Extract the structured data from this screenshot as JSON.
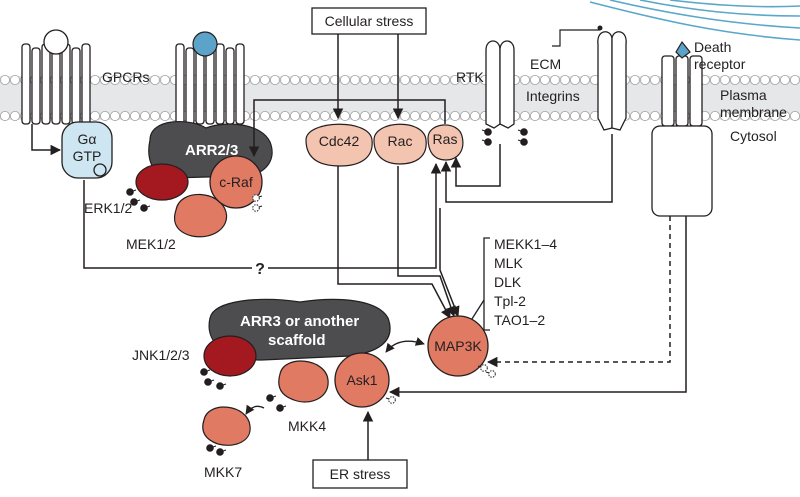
{
  "colors": {
    "membrane_band": "#d1d3d4",
    "lipid_head": "#ffffff",
    "lipid_tail": "#bcbec0",
    "gpcr_fill": "#ffffff",
    "ligand_blue": "#5ba3c9",
    "galpha_fill": "#cde6f2",
    "scaffold": "#4d4d4f",
    "salmon": "#f3c4b0",
    "salmon_dark": "#e07a63",
    "erk_red": "#a3191f",
    "arrow": "#231f20",
    "ecm_blue": "#5aa7c8"
  },
  "labels": {
    "cellular_stress": "Cellular stress",
    "ecm": "ECM",
    "gpcrs": "GPCRs",
    "rtk": "RTK",
    "integrins": "Integrins",
    "death_receptor_1": "Death",
    "death_receptor_2": "receptor",
    "plasma_1": "Plasma",
    "plasma_2": "membrane",
    "cytosol": "Cytosol",
    "galpha_1": "Gα",
    "galpha_2": "GTP",
    "arr23": "ARR2/3",
    "craf": "c-Raf",
    "erk": "ERK1/2",
    "mek": "MEK1/2",
    "cdc42": "Cdc42",
    "rac": "Rac",
    "ras": "Ras",
    "question": "?",
    "map3k_list": [
      "MEKK1–4",
      "MLK",
      "DLK",
      "Tpl-2",
      "TAO1–2"
    ],
    "arr3_1": "ARR3 or another",
    "arr3_2": "scaffold",
    "map3k": "MAP3K",
    "jnk": "JNK1/2/3",
    "ask1": "Ask1",
    "mkk4": "MKK4",
    "mkk7": "MKK7",
    "er_stress": "ER stress"
  },
  "icons": [
    "phosphate-icon",
    "ligand-icon",
    "ecm-fiber-icon"
  ]
}
